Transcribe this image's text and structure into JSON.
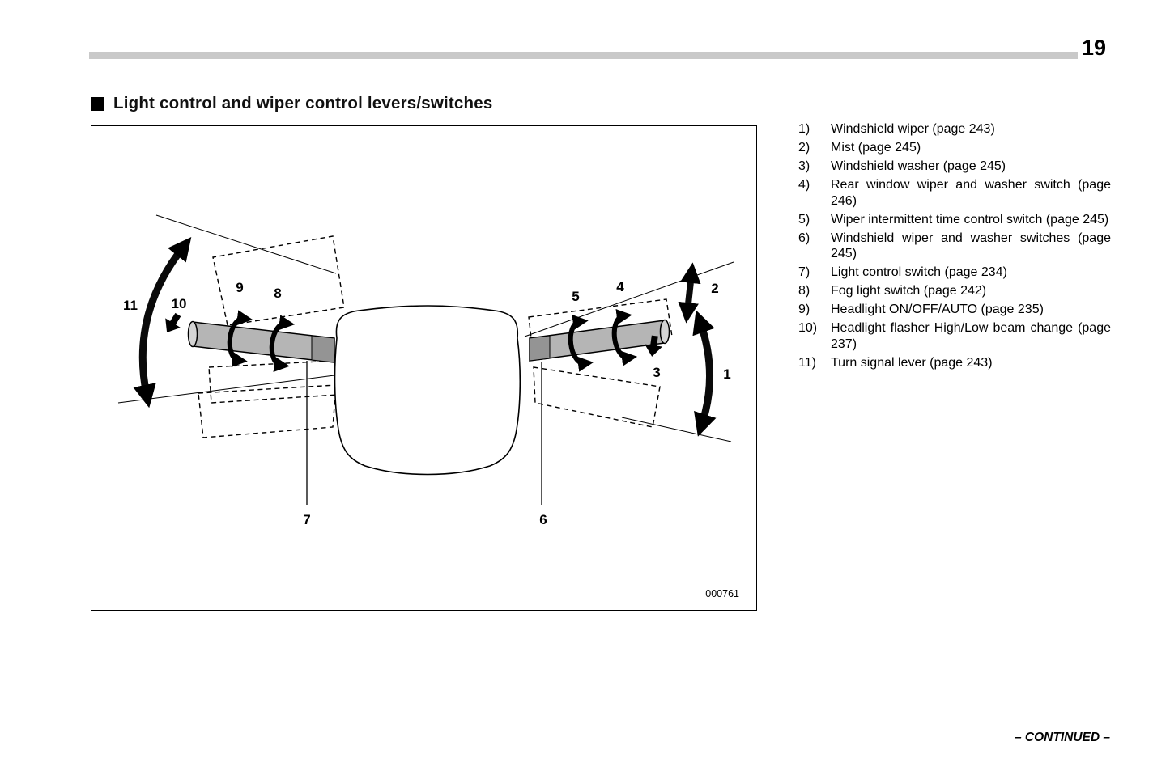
{
  "page": {
    "number": "19",
    "continued_label": "– CONTINUED –"
  },
  "heading": {
    "title": "Light control and wiper control levers/switches"
  },
  "figure": {
    "code": "000761",
    "callouts": {
      "n1": "1",
      "n2": "2",
      "n3": "3",
      "n4": "4",
      "n5": "5",
      "n6": "6",
      "n7": "7",
      "n8": "8",
      "n9": "9",
      "n10": "10",
      "n11": "11"
    }
  },
  "legend": {
    "items": [
      {
        "num": "1)",
        "text": "Windshield wiper (page 243)"
      },
      {
        "num": "2)",
        "text": "Mist (page 245)"
      },
      {
        "num": "3)",
        "text": "Windshield washer (page 245)"
      },
      {
        "num": "4)",
        "text": "Rear window wiper and washer switch (page 246)"
      },
      {
        "num": "5)",
        "text": "Wiper intermittent time control switch (page 245)"
      },
      {
        "num": "6)",
        "text": "Windshield wiper and washer switches (page 245)"
      },
      {
        "num": "7)",
        "text": "Light control switch (page 234)"
      },
      {
        "num": "8)",
        "text": "Fog light switch (page 242)"
      },
      {
        "num": "9)",
        "text": "Headlight ON/OFF/AUTO (page 235)"
      },
      {
        "num": "10)",
        "text": "Headlight flasher High/Low beam change (page 237)"
      },
      {
        "num": "11)",
        "text": "Turn signal lever (page 243)"
      }
    ]
  }
}
